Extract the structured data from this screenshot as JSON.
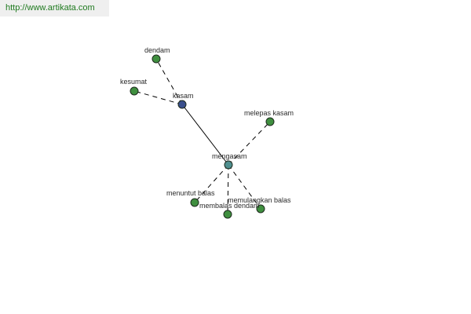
{
  "source_url": "http://www.artikata.com",
  "colors": {
    "root_node": "#3a4f8c",
    "hub_node": "#4f8f8f",
    "leaf_node": "#3f8f3f"
  },
  "graph": {
    "nodes": [
      {
        "id": "kasam",
        "label": "kasam",
        "kind": "root"
      },
      {
        "id": "dendam",
        "label": "dendam",
        "kind": "leaf"
      },
      {
        "id": "kesumat",
        "label": "kesumat",
        "kind": "leaf"
      },
      {
        "id": "mengasam",
        "label": "mengasam",
        "kind": "hub"
      },
      {
        "id": "melepas-kasam",
        "label": "melepas kasam",
        "kind": "leaf"
      },
      {
        "id": "menuntut-balas",
        "label": "menuntut balas",
        "kind": "leaf"
      },
      {
        "id": "membalas-dendam",
        "label": "membalas dendam",
        "kind": "leaf"
      },
      {
        "id": "memulangkan-balas",
        "label": "memulangkan balas",
        "kind": "leaf"
      }
    ],
    "edges": [
      {
        "from": "kasam",
        "to": "dendam",
        "style": "dashed"
      },
      {
        "from": "kasam",
        "to": "kesumat",
        "style": "dashed"
      },
      {
        "from": "kasam",
        "to": "mengasam",
        "style": "solid"
      },
      {
        "from": "mengasam",
        "to": "melepas-kasam",
        "style": "dashed"
      },
      {
        "from": "mengasam",
        "to": "menuntut-balas",
        "style": "dashed"
      },
      {
        "from": "mengasam",
        "to": "membalas-dendam",
        "style": "dashed"
      },
      {
        "from": "mengasam",
        "to": "memulangkan-balas",
        "style": "dashed"
      }
    ]
  }
}
